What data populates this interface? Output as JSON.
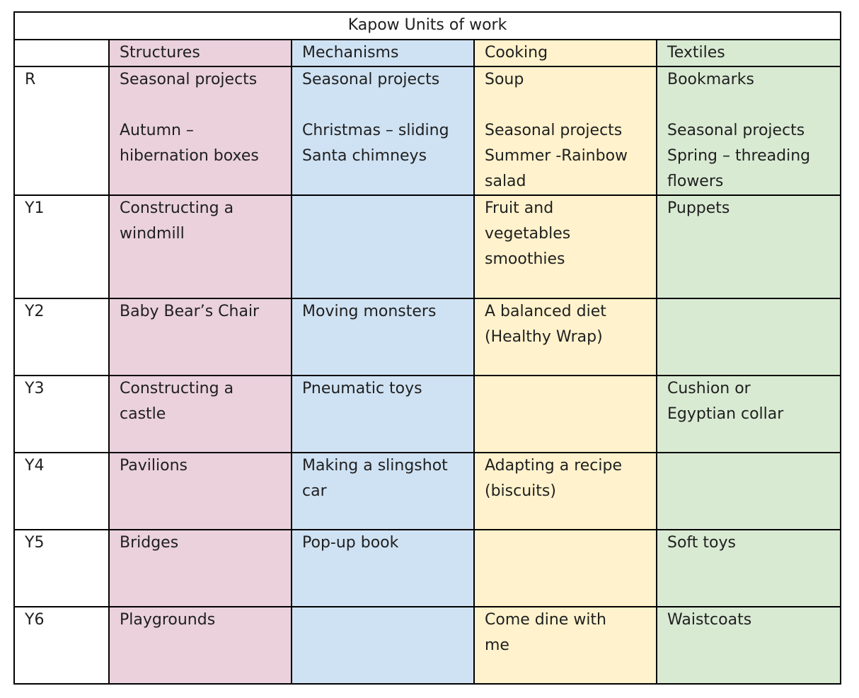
{
  "title": "Kapow Units of work",
  "colors": {
    "structures": "#ead1dc",
    "mechanisms": "#cfe2f3",
    "cooking": "#fff2cc",
    "textiles": "#d9ead3"
  },
  "headers": {
    "blank": "",
    "structures": "Structures",
    "mechanisms": "Mechanisms",
    "cooking": "Cooking",
    "textiles": "Textiles"
  },
  "rows": [
    {
      "year": "R",
      "structures": [
        "Seasonal projects",
        "",
        "Autumn –",
        "hibernation boxes"
      ],
      "mechanisms": [
        "Seasonal projects",
        "",
        "Christmas – sliding",
        "Santa chimneys"
      ],
      "cooking": [
        "Soup",
        "",
        "Seasonal projects",
        "Summer -Rainbow",
        "salad"
      ],
      "textiles": [
        "Bookmarks",
        "",
        "Seasonal projects",
        "Spring – threading",
        "flowers"
      ]
    },
    {
      "year": "Y1",
      "structures": [
        "Constructing a",
        "windmill"
      ],
      "mechanisms": [],
      "cooking": [
        "Fruit and",
        "vegetables",
        "smoothies"
      ],
      "textiles": [
        "Puppets"
      ]
    },
    {
      "year": "Y2",
      "structures": [
        "Baby Bear’s Chair"
      ],
      "mechanisms": [
        "Moving monsters"
      ],
      "cooking": [
        "A balanced diet",
        "(Healthy Wrap)"
      ],
      "textiles": []
    },
    {
      "year": "Y3",
      "structures": [
        "Constructing a",
        "castle"
      ],
      "mechanisms": [
        "Pneumatic toys"
      ],
      "cooking": [],
      "textiles": [
        "Cushion or",
        "Egyptian collar"
      ]
    },
    {
      "year": "Y4",
      "structures": [
        "Pavilions"
      ],
      "mechanisms": [
        "Making a slingshot",
        "car"
      ],
      "cooking": [
        "Adapting a recipe",
        "(biscuits)"
      ],
      "textiles": []
    },
    {
      "year": "Y5",
      "structures": [
        "Bridges"
      ],
      "mechanisms": [
        "Pop-up book"
      ],
      "cooking": [],
      "textiles": [
        "Soft toys"
      ]
    },
    {
      "year": "Y6",
      "structures": [
        "Playgrounds"
      ],
      "mechanisms": [],
      "cooking": [
        "Come dine with",
        "me"
      ],
      "textiles": [
        "Waistcoats"
      ]
    }
  ]
}
